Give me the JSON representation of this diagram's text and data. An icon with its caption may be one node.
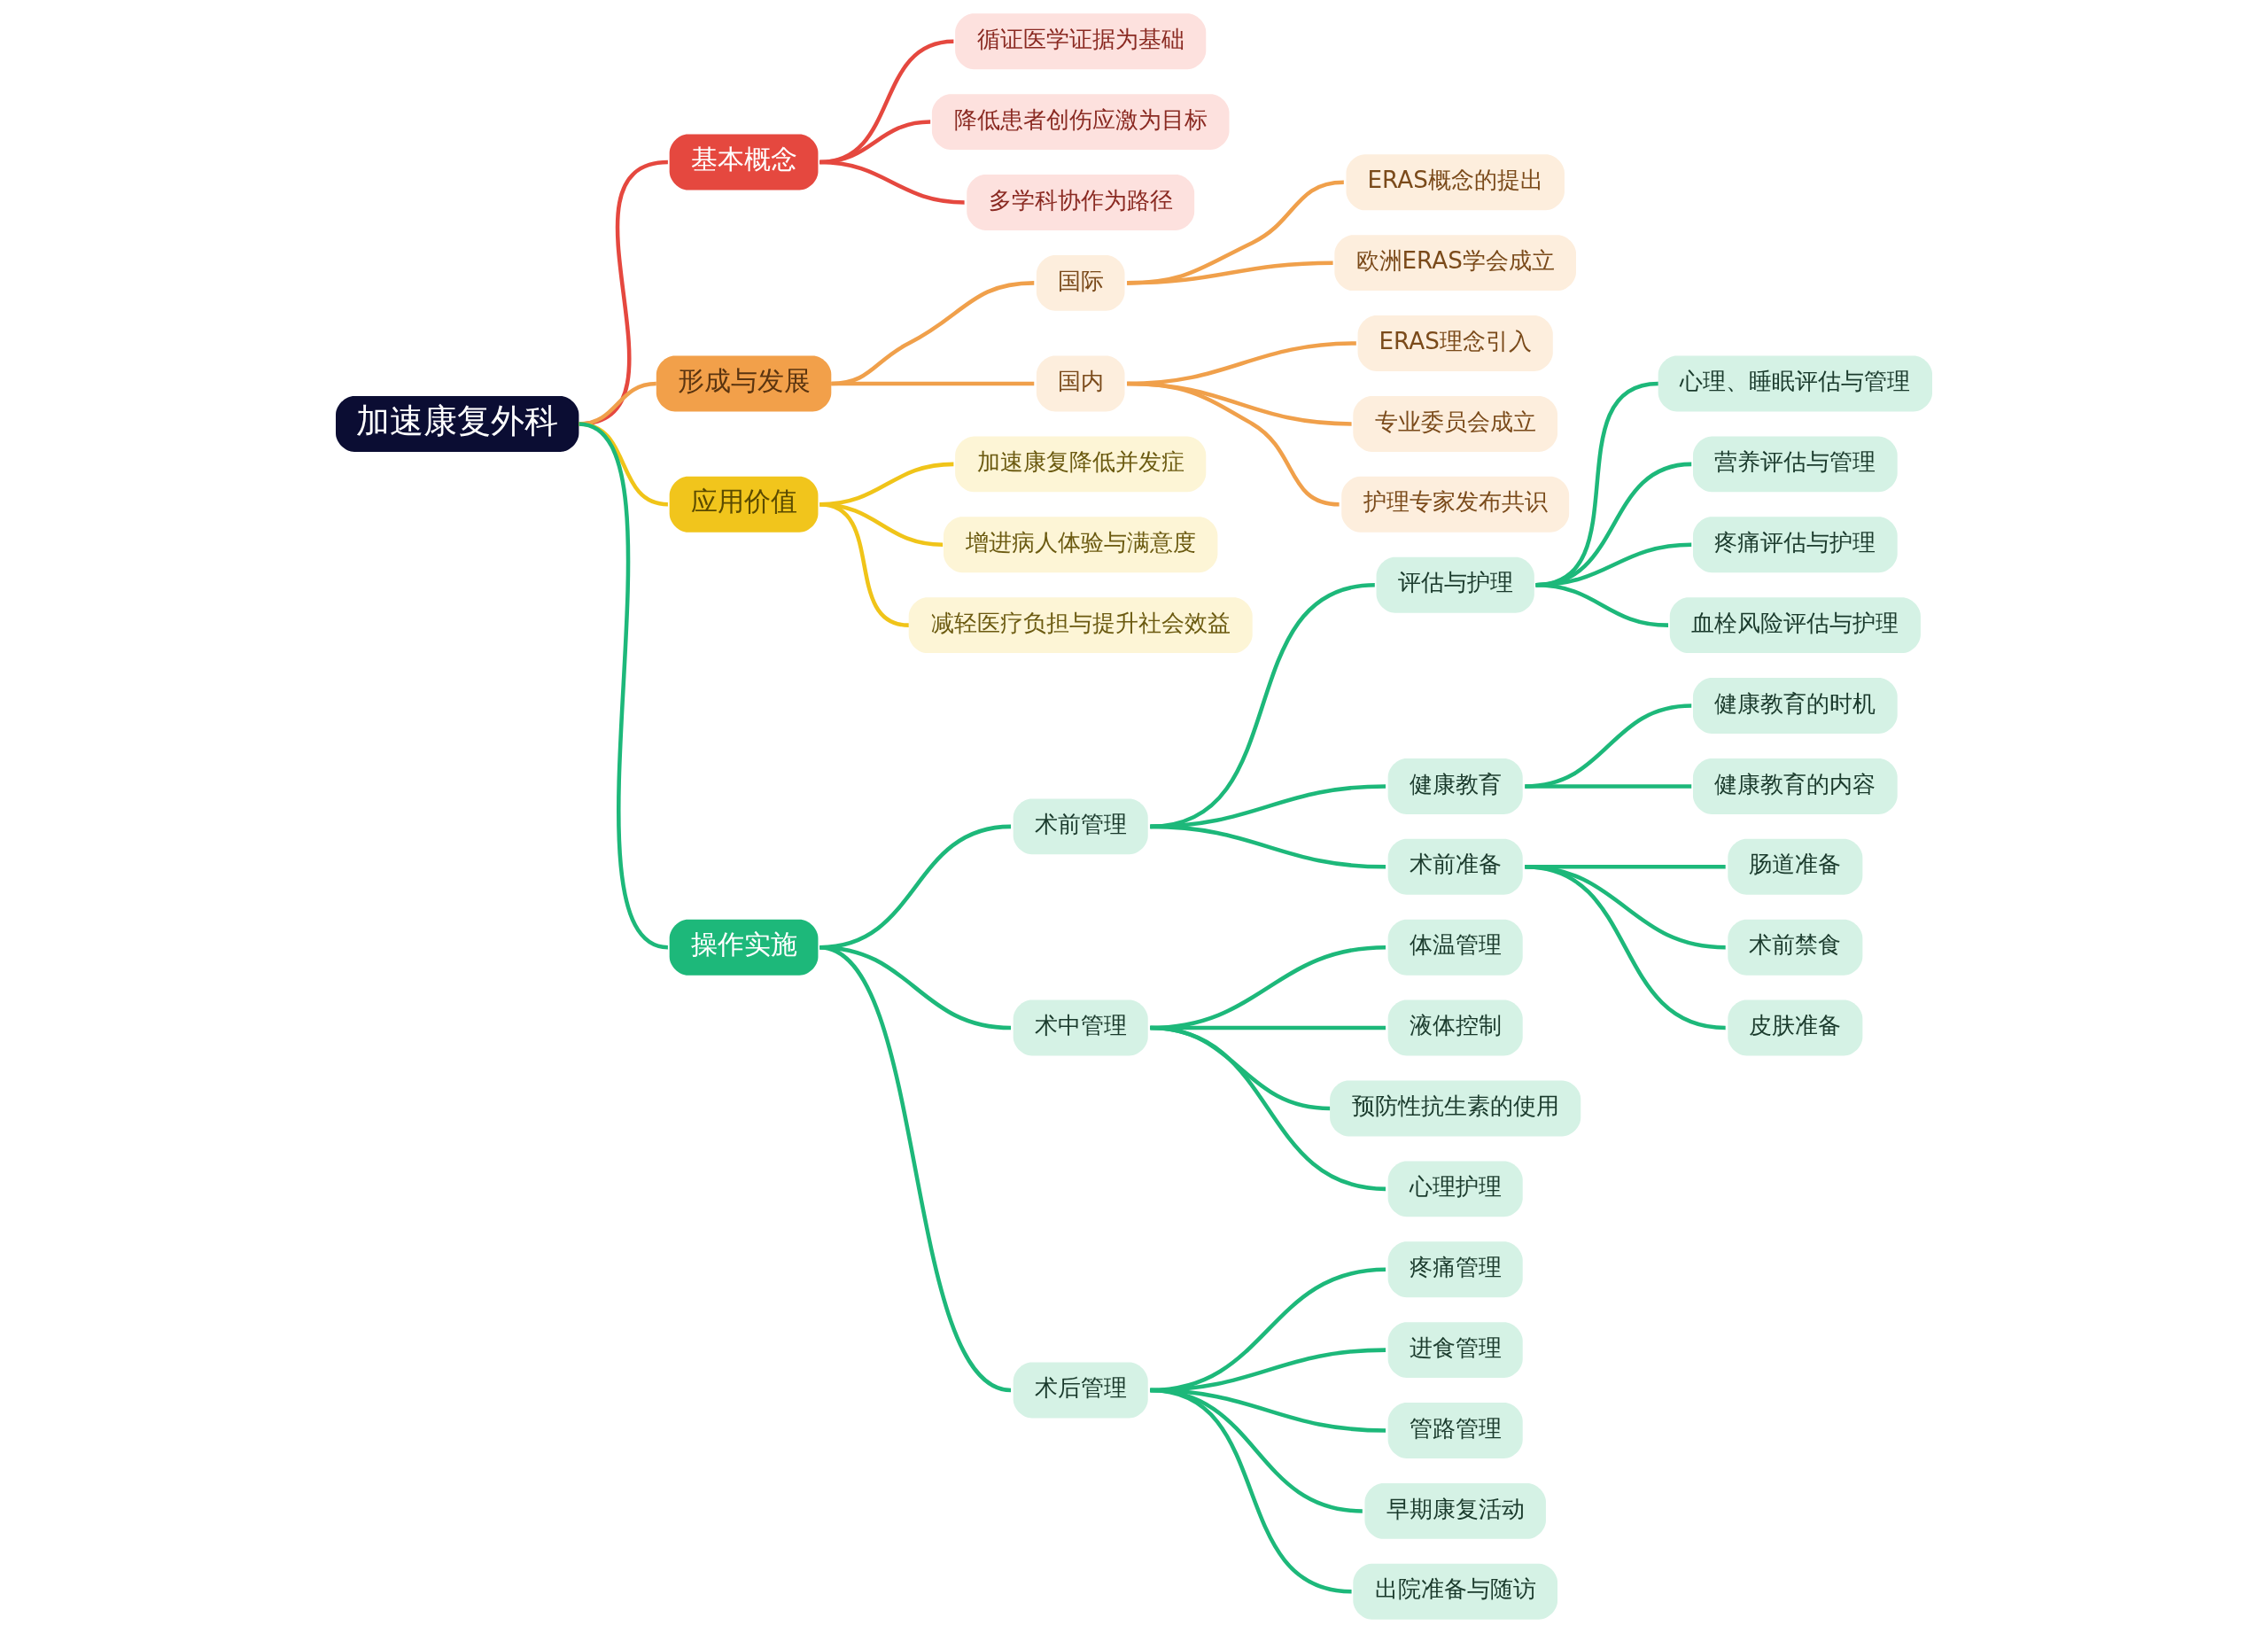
{
  "diagram": {
    "nodes": [
      {
        "text": [
          "加速康复外科"
        ]
      },
      {
        "text": [
          "基本概念"
        ]
      },
      {
        "text": [
          "循证医学证据为基础"
        ]
      },
      {
        "text": [
          "降低患者创伤应激为目标"
        ]
      },
      {
        "text": [
          "多学科协作为路径"
        ]
      },
      {
        "text": [
          "形成与发展"
        ]
      },
      {
        "text": [
          "国际"
        ]
      },
      {
        "text": [
          "ERAS概念的提出"
        ]
      },
      {
        "text": [
          "欧洲ERAS学会成立"
        ]
      },
      {
        "text": [
          "国内"
        ]
      },
      {
        "text": [
          "ERAS理念引入"
        ]
      },
      {
        "text": [
          "专业委员会成立"
        ]
      },
      {
        "text": [
          "护理专家发布共识"
        ]
      },
      {
        "text": [
          "应用价值"
        ]
      },
      {
        "text": [
          "加速康复降低并发症"
        ]
      },
      {
        "text": [
          "增进病人体验与满意度"
        ]
      },
      {
        "text": [
          "减轻医疗负担与提升社会效益"
        ]
      },
      {
        "text": [
          "操作实施"
        ]
      },
      {
        "text": [
          "术前管理"
        ]
      },
      {
        "text": [
          "评估与护理"
        ]
      },
      {
        "text": [
          "心理、睡眠评估与管理"
        ]
      },
      {
        "text": [
          "营养评估与管理"
        ]
      },
      {
        "text": [
          "疼痛评估与护理"
        ]
      },
      {
        "text": [
          "血栓风险评估与护理"
        ]
      },
      {
        "text": [
          "健康教育"
        ]
      },
      {
        "text": [
          "健康教育的时机"
        ]
      },
      {
        "text": [
          "健康教育的内容"
        ]
      },
      {
        "text": [
          "术前准备"
        ]
      },
      {
        "text": [
          "肠道准备"
        ]
      },
      {
        "text": [
          "术前禁食"
        ]
      },
      {
        "text": [
          "皮肤准备"
        ]
      },
      {
        "text": [
          "术中管理"
        ]
      },
      {
        "text": [
          "体温管理"
        ]
      },
      {
        "text": [
          "液体控制"
        ]
      },
      {
        "text": [
          "预防性抗生素的使用"
        ]
      },
      {
        "text": [
          "心理护理"
        ]
      },
      {
        "text": [
          "术后管理"
        ]
      },
      {
        "text": [
          "疼痛管理"
        ]
      },
      {
        "text": [
          "进食管理"
        ]
      },
      {
        "text": [
          "管路管理"
        ]
      },
      {
        "text": [
          "早期康复活动"
        ]
      },
      {
        "text": [
          "出院准备与随访"
        ]
      }
    ],
    "edges": [
      {
        "from": 0,
        "to": 1,
        "arrow": "none",
        "color": "#e5483f"
      },
      {
        "from": 1,
        "to": 2,
        "arrow": "none",
        "color": "#e5483f"
      },
      {
        "from": 1,
        "to": 3,
        "arrow": "none",
        "color": "#e5483f"
      },
      {
        "from": 1,
        "to": 4,
        "arrow": "none",
        "color": "#e5483f"
      },
      {
        "from": 0,
        "to": 5,
        "arrow": "none",
        "color": "#f0a04b"
      },
      {
        "from": 5,
        "to": 6,
        "arrow": "none",
        "color": "#f0a04b"
      },
      {
        "from": 6,
        "to": 7,
        "arrow": "none",
        "color": "#f0a04b"
      },
      {
        "from": 6,
        "to": 8,
        "arrow": "none",
        "color": "#f0a04b"
      },
      {
        "from": 5,
        "to": 9,
        "arrow": "none",
        "color": "#f0a04b"
      },
      {
        "from": 9,
        "to": 10,
        "arrow": "none",
        "color": "#f0a04b"
      },
      {
        "from": 9,
        "to": 11,
        "arrow": "none",
        "color": "#f0a04b"
      },
      {
        "from": 9,
        "to": 12,
        "arrow": "none",
        "color": "#f0a04b"
      },
      {
        "from": 0,
        "to": 13,
        "arrow": "none",
        "color": "#f0c419"
      },
      {
        "from": 13,
        "to": 14,
        "arrow": "none",
        "color": "#f0c419"
      },
      {
        "from": 13,
        "to": 15,
        "arrow": "none",
        "color": "#f0c419"
      },
      {
        "from": 13,
        "to": 16,
        "arrow": "none",
        "color": "#f0c419"
      },
      {
        "from": 0,
        "to": 17,
        "arrow": "none"
      },
      {
        "from": 17,
        "to": 18,
        "arrow": "none"
      },
      {
        "from": 18,
        "to": 19,
        "arrow": "none"
      },
      {
        "from": 19,
        "to": 20,
        "arrow": "none"
      },
      {
        "from": 19,
        "to": 21,
        "arrow": "none"
      },
      {
        "from": 19,
        "to": 22,
        "arrow": "none"
      },
      {
        "from": 19,
        "to": 23,
        "arrow": "none"
      },
      {
        "from": 18,
        "to": 24,
        "arrow": "none"
      },
      {
        "from": 24,
        "to": 25,
        "arrow": "none"
      },
      {
        "from": 24,
        "to": 26,
        "arrow": "none"
      },
      {
        "from": 18,
        "to": 27,
        "arrow": "none"
      },
      {
        "from": 27,
        "to": 28,
        "arrow": "none"
      },
      {
        "from": 27,
        "to": 29,
        "arrow": "none"
      },
      {
        "from": 27,
        "to": 30,
        "arrow": "none"
      },
      {
        "from": 17,
        "to": 31,
        "arrow": "none"
      },
      {
        "from": 31,
        "to": 32,
        "arrow": "none"
      },
      {
        "from": 31,
        "to": 33,
        "arrow": "none"
      },
      {
        "from": 31,
        "to": 34,
        "arrow": "none"
      },
      {
        "from": 31,
        "to": 35,
        "arrow": "none"
      },
      {
        "from": 17,
        "to": 36,
        "arrow": "none"
      },
      {
        "from": 36,
        "to": 37,
        "arrow": "none"
      },
      {
        "from": 36,
        "to": 38,
        "arrow": "none"
      },
      {
        "from": 36,
        "to": 39,
        "arrow": "none"
      },
      {
        "from": 36,
        "to": 40,
        "arrow": "none"
      },
      {
        "from": 36,
        "to": 41,
        "arrow": "none"
      }
    ]
  }
}
